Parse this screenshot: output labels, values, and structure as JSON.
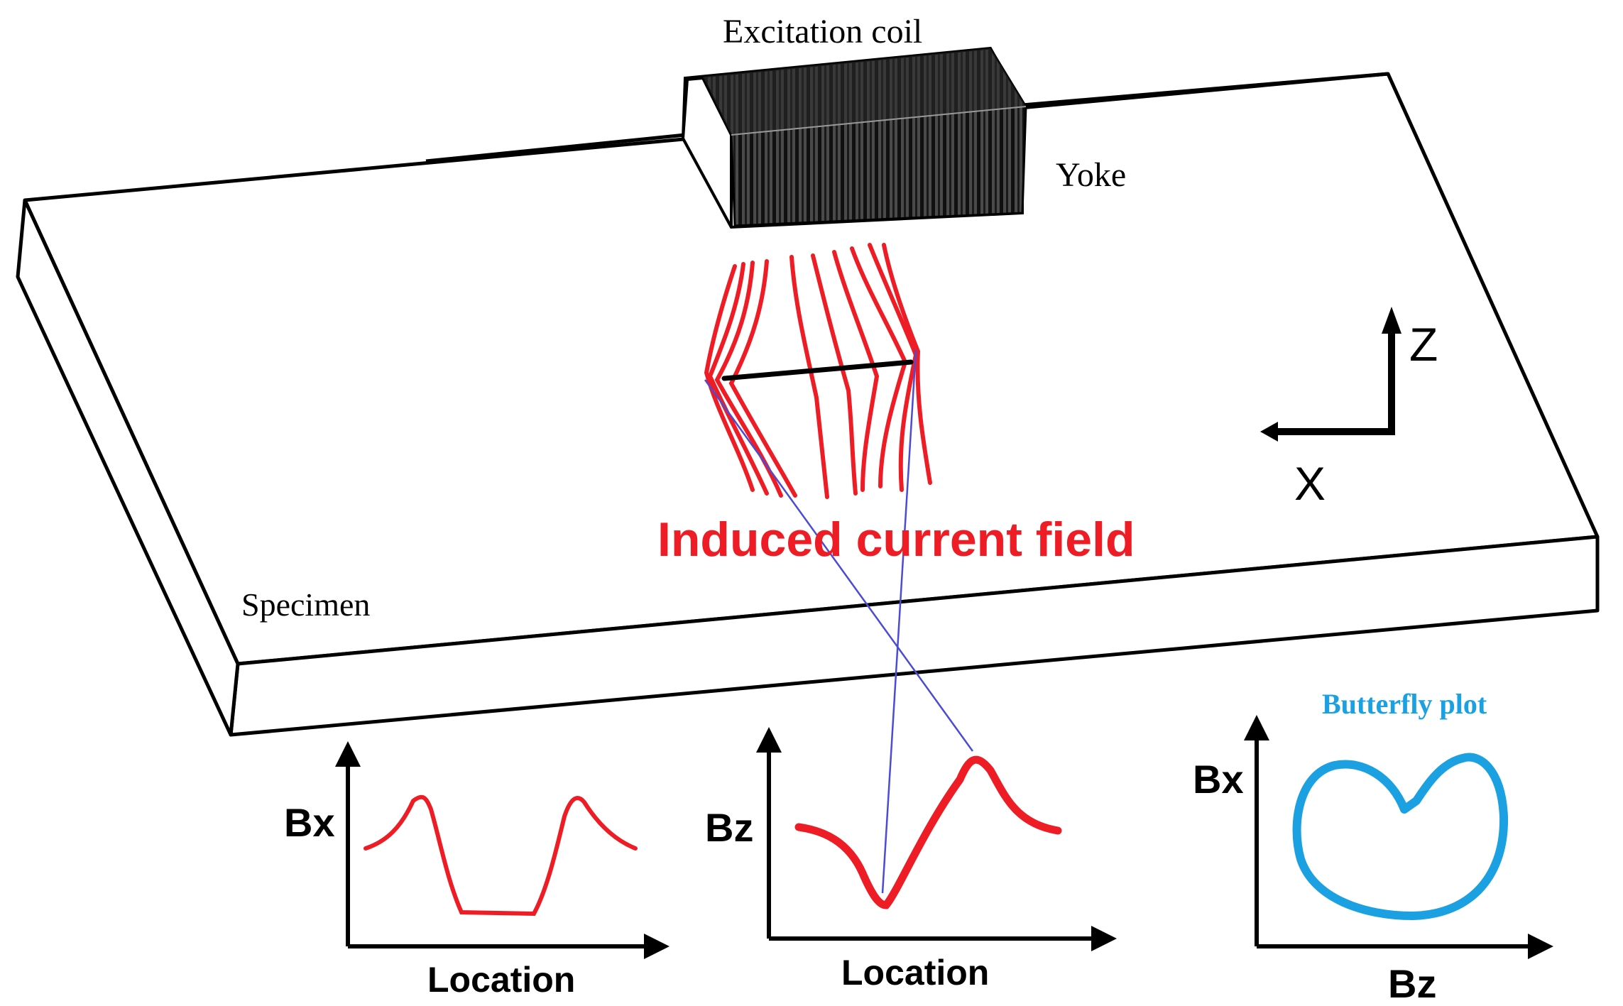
{
  "labels": {
    "excitation_coil": "Excitation coil",
    "yoke": "Yoke",
    "specimen": "Specimen",
    "induced_current_field": "Induced current field",
    "butterfly_plot": "Butterfly plot",
    "axis_z": "Z",
    "axis_x": "X"
  },
  "plots": {
    "bx_location": {
      "ylabel": "Bx",
      "xlabel": "Location"
    },
    "bz_location": {
      "ylabel": "Bz",
      "xlabel": "Location"
    },
    "butterfly": {
      "ylabel": "Bx",
      "xlabel": "Bz"
    }
  },
  "colors": {
    "outline": "#000000",
    "field_lines": "#ee1c24",
    "butterfly": "#1ba1e2",
    "connector": "#4b4bd6"
  }
}
